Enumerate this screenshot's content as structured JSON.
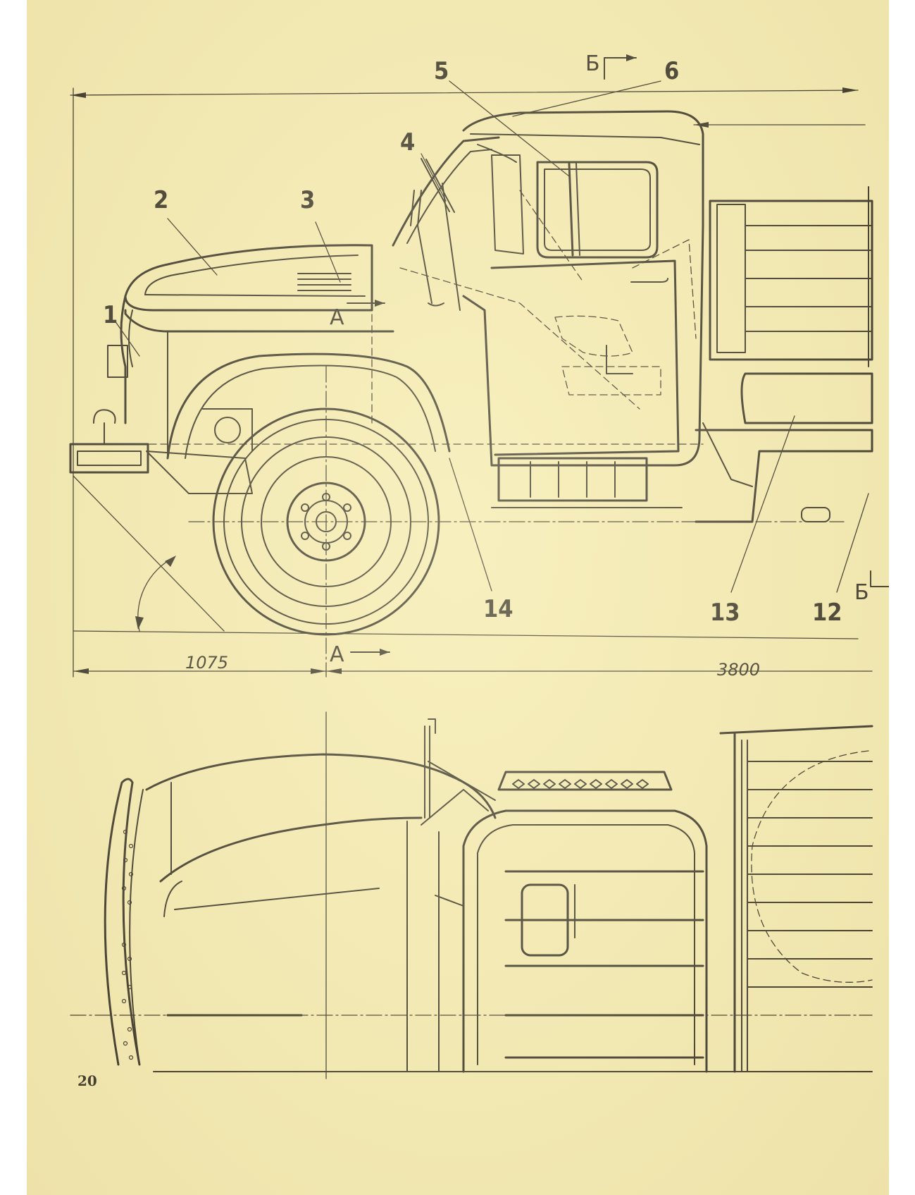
{
  "page": {
    "number": "20",
    "paper_color": "#f3eab4",
    "ink_color": "#2a2620"
  },
  "side_view": {
    "callouts": [
      "1",
      "2",
      "3",
      "4",
      "5",
      "6",
      "12",
      "13",
      "14"
    ],
    "section_marks": {
      "a_top": "А",
      "a_bottom": "А",
      "b_top": "Б",
      "b_bottom": "Б"
    },
    "dimensions": {
      "front_overhang": "1075",
      "wheelbase": "3800"
    }
  },
  "top_view": {}
}
